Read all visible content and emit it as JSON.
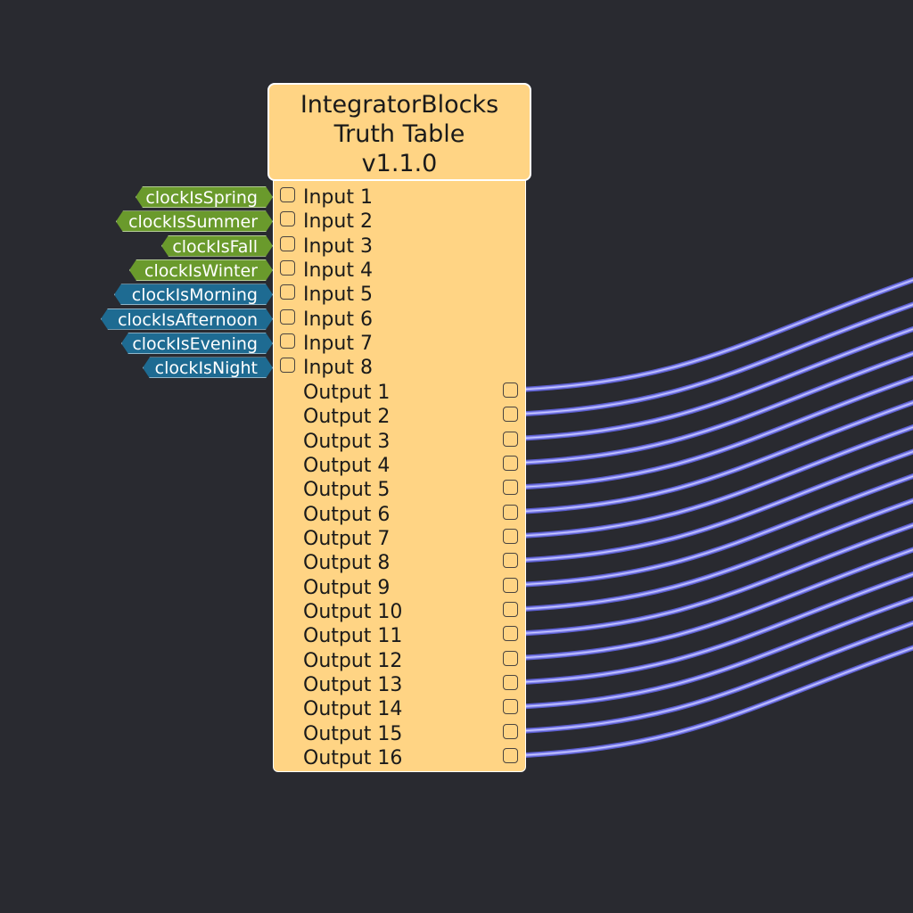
{
  "node": {
    "title_lines": [
      "IntegratorBlocks",
      "Truth Table",
      "v1.1.0"
    ],
    "inputs": [
      "Input 1",
      "Input 2",
      "Input 3",
      "Input 4",
      "Input 5",
      "Input 6",
      "Input 7",
      "Input 8"
    ],
    "outputs": [
      "Output 1",
      "Output 2",
      "Output 3",
      "Output 4",
      "Output 5",
      "Output 6",
      "Output 7",
      "Output 8",
      "Output 9",
      "Output 10",
      "Output 11",
      "Output 12",
      "Output 13",
      "Output 14",
      "Output 15",
      "Output 16"
    ]
  },
  "input_tags": [
    {
      "label": "clockIsSpring",
      "color": "green"
    },
    {
      "label": "clockIsSummer",
      "color": "green"
    },
    {
      "label": "clockIsFall",
      "color": "green"
    },
    {
      "label": "clockIsWinter",
      "color": "green"
    },
    {
      "label": "clockIsMorning",
      "color": "blue"
    },
    {
      "label": "clockIsAfternoon",
      "color": "blue"
    },
    {
      "label": "clockIsEvening",
      "color": "blue"
    },
    {
      "label": "clockIsNight",
      "color": "blue"
    }
  ],
  "colors": {
    "node": "#ffd484",
    "wire": "#8a8cf0",
    "tag_green": "#6a9a2c",
    "tag_blue": "#1e6b92",
    "background": "#292a30"
  }
}
